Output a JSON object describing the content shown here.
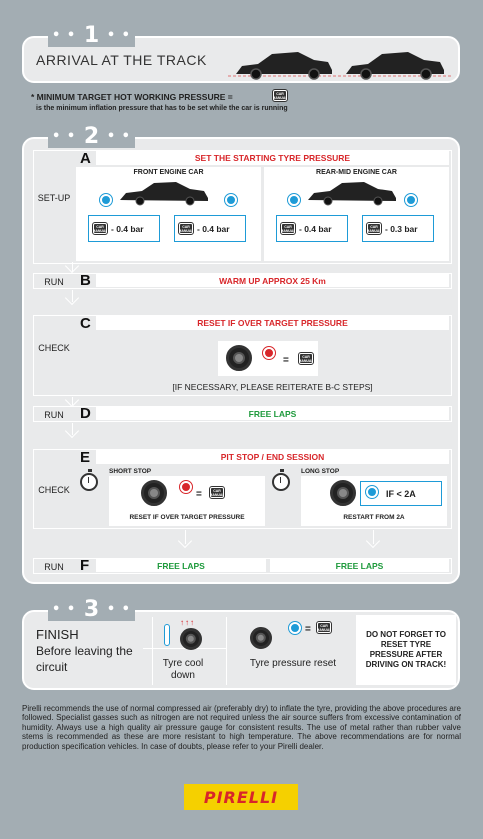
{
  "step1": {
    "number": "1",
    "title": "ARRIVAL AT THE TRACK"
  },
  "target": {
    "label": "* MINIMUM TARGET HOT WORKING PRESSURE =",
    "note": "is the minimum inflation pressure that has to be set while the car is running",
    "card_text": "CAR MANUAL"
  },
  "step2": {
    "number": "2",
    "setup_label": "SET-UP",
    "A": {
      "letter": "A",
      "title": "SET THE STARTING TYRE PRESSURE",
      "front": {
        "title": "FRONT ENGINE CAR",
        "left": "- 0.4 bar",
        "right": "- 0.4 bar"
      },
      "rear": {
        "title": "REAR-MID ENGINE CAR",
        "left": "- 0.4 bar",
        "right": "- 0.3 bar"
      }
    },
    "B": {
      "letter": "B",
      "label": "RUN",
      "title": "WARM UP APPROX 25 Km"
    },
    "C": {
      "letter": "C",
      "label": "CHECK",
      "title": "RESET IF OVER TARGET PRESSURE",
      "equals": "=",
      "note": "[IF NECESSARY, PLEASE REITERATE B-C STEPS]"
    },
    "D": {
      "letter": "D",
      "label": "RUN",
      "title": "FREE LAPS"
    },
    "E": {
      "letter": "E",
      "label": "CHECK",
      "title": "PIT STOP / END SESSION",
      "short": {
        "title": "SHORT STOP",
        "equals": "=",
        "caption": "RESET IF OVER TARGET PRESSURE"
      },
      "long": {
        "title": "LONG STOP",
        "cond": "IF < 2A",
        "caption": "RESTART FROM 2A"
      }
    },
    "F": {
      "letter": "F",
      "label": "RUN",
      "left": "FREE LAPS",
      "right": "FREE LAPS"
    }
  },
  "step3": {
    "number": "3",
    "finish_title": "FINISH",
    "finish_sub": "Before leaving the circuit",
    "cool": "Tyre cool down",
    "reset": "Tyre pressure reset",
    "equals": "=",
    "warning": "DO NOT FORGET TO RESET TYRE PRESSURE AFTER DRIVING ON TRACK!"
  },
  "footer": {
    "paragraph": "Pirelli recommends the use of normal compressed air (preferably dry) to inflate the tyre, providing the above procedures are followed. Specialist gasses such as nitrogen are not required unless the air source suffers from excessive contamination of humidity. Always use a high quality air pressure gauge for consistent results. The use of metal rather than rubber valve stems is recommended as these are more resistant to high temperature. The above recommendations are for normal production specification vehicles. In case of doubts, please refer to your Pirelli dealer.",
    "brand": "PIRELLI"
  },
  "colors": {
    "bg": "#a3adb3",
    "red": "#d8262a",
    "green": "#1e9a3c",
    "blue": "#1e9bd7",
    "brand_yellow": "#f5d000"
  }
}
